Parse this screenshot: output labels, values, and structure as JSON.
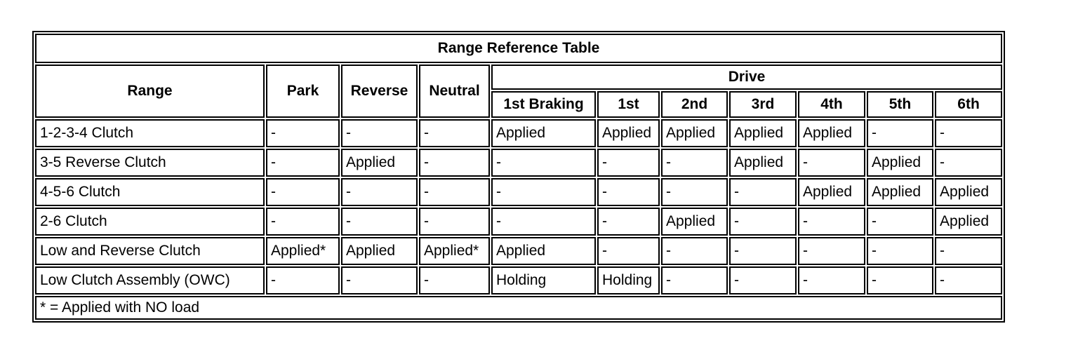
{
  "page": {
    "background": "#ffffff",
    "border_color": "#000000"
  },
  "table": {
    "title": "Range Reference Table",
    "header": {
      "range": "Range",
      "park": "Park",
      "reverse": "Reverse",
      "neutral": "Neutral",
      "drive": "Drive",
      "drive_columns": [
        "1st Braking",
        "1st",
        "2nd",
        "3rd",
        "4th",
        "5th",
        "6th"
      ]
    },
    "rows": [
      {
        "label": "1-2-3-4 Clutch",
        "values": [
          "-",
          "-",
          "-",
          "Applied",
          "Applied",
          "Applied",
          "Applied",
          "Applied",
          "-",
          "-"
        ]
      },
      {
        "label": "3-5 Reverse Clutch",
        "values": [
          "-",
          "Applied",
          "-",
          "-",
          "-",
          "-",
          "Applied",
          "-",
          "Applied",
          "-"
        ]
      },
      {
        "label": "4-5-6 Clutch",
        "values": [
          "-",
          "-",
          "-",
          "-",
          "-",
          "-",
          "-",
          "Applied",
          "Applied",
          "Applied"
        ]
      },
      {
        "label": "2-6 Clutch",
        "values": [
          "-",
          "-",
          "-",
          "-",
          "-",
          "Applied",
          "-",
          "-",
          "-",
          "Applied"
        ]
      },
      {
        "label": "Low and Reverse Clutch",
        "values": [
          "Applied*",
          "Applied",
          "Applied*",
          "Applied",
          "-",
          "-",
          "-",
          "-",
          "-",
          "-"
        ]
      },
      {
        "label": "Low Clutch Assembly (OWC)",
        "values": [
          "-",
          "-",
          "-",
          "Holding",
          "Holding",
          "-",
          "-",
          "-",
          "-",
          "-"
        ]
      }
    ],
    "footnote": "* = Applied with NO load"
  }
}
